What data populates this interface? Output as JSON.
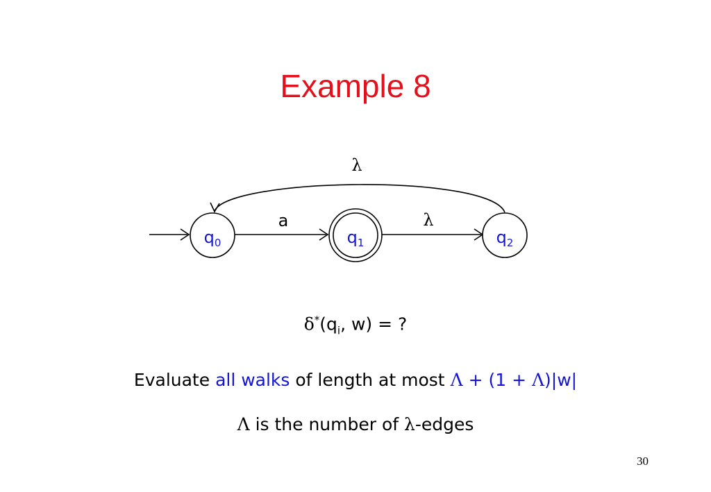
{
  "slide": {
    "title": "Example 8",
    "number": "30"
  },
  "colors": {
    "title": "#e4101c",
    "state_label": "#1414d6",
    "highlight": "#1414d6",
    "text": "#000000"
  },
  "automaton": {
    "states": [
      {
        "id": "q0",
        "name": "q",
        "subscript": "0",
        "initial": true,
        "accepting": false
      },
      {
        "id": "q1",
        "name": "q",
        "subscript": "1",
        "initial": false,
        "accepting": true
      },
      {
        "id": "q2",
        "name": "q",
        "subscript": "2",
        "initial": false,
        "accepting": false
      }
    ],
    "transitions": [
      {
        "from": "q0",
        "to": "q1",
        "label": "a"
      },
      {
        "from": "q1",
        "to": "q2",
        "label": "λ"
      },
      {
        "from": "q2",
        "to": "q0",
        "label": "λ"
      }
    ]
  },
  "formula": {
    "delta": "δ",
    "star": "*",
    "open": "(q",
    "sub": "i",
    "rest": ", w) = ?"
  },
  "walks": {
    "prefix": "Evaluate ",
    "highlight": "all walks",
    "middle": " of length at most ",
    "Lambda1": "Λ",
    "expr1": " + (1 + ",
    "Lambda2": "Λ",
    "expr2": ")|w|"
  },
  "lambda_count": {
    "Lambda": "Λ",
    "middle": " is the number of ",
    "lambda": "λ",
    "suffix": "-edges"
  }
}
